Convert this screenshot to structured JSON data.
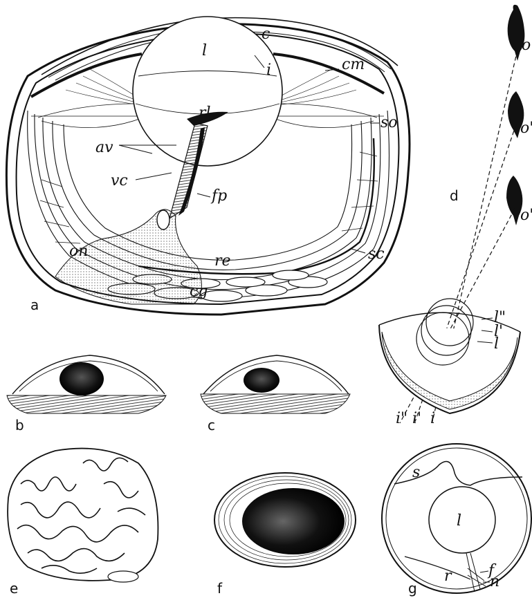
{
  "figure": {
    "panels": {
      "a": {
        "letter": "a",
        "labels": {
          "c": "c",
          "l": "l",
          "i": "i",
          "cm": "cm",
          "rl": "rl",
          "so": "so",
          "av": "av",
          "vc": "vc",
          "fp": "fp",
          "on": "on",
          "re": "re",
          "sc": "sc",
          "cg": "cg"
        }
      },
      "b": {
        "letter": "b"
      },
      "c": {
        "letter": "c"
      },
      "d": {
        "letter": "d",
        "labels": {
          "o": "o",
          "o1": "o'",
          "o2": "o\"",
          "l": "l",
          "l1": "l'",
          "l2": "l\"",
          "i": "i",
          "i1": "i'",
          "i2": "i\""
        }
      },
      "e": {
        "letter": "e"
      },
      "f": {
        "letter": "f"
      },
      "g": {
        "letter": "g",
        "labels": {
          "s": "s",
          "l": "l",
          "f": "f",
          "n": "n",
          "r": "r"
        }
      }
    }
  }
}
